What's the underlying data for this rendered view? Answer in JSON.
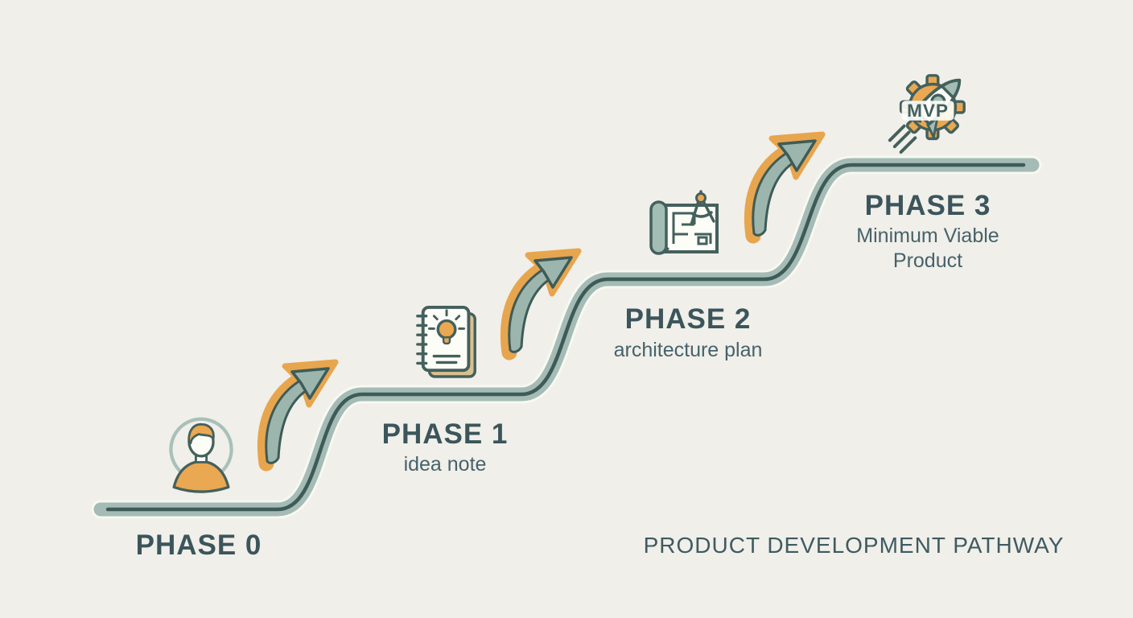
{
  "title": "PRODUCT DEVELOPMENT PATHWAY",
  "phases": [
    {
      "label": "PHASE 0",
      "subtitle": "",
      "icon": "person-icon"
    },
    {
      "label": "PHASE 1",
      "subtitle": "idea note",
      "icon": "idea-notebook-icon"
    },
    {
      "label": "PHASE 2",
      "subtitle": "architecture plan",
      "icon": "blueprint-compass-icon"
    },
    {
      "label": "PHASE 3",
      "subtitle": "Minimum Viable Product",
      "icon": "mvp-gear-rocket-icon",
      "badge": "MVP"
    }
  ],
  "arrows": {
    "count": 3,
    "style": "curved-upward"
  },
  "colors": {
    "background": "#f0efe9",
    "path_band": "#a4bcb5",
    "path_line": "#3e5b57",
    "arrow_orange": "#e7a54e",
    "arrow_sage": "#9cb6ae",
    "icon_outline": "#44605d",
    "icon_orange": "#e9a851",
    "icon_sage": "#a3bdb4",
    "text_dark": "#3b555b"
  }
}
